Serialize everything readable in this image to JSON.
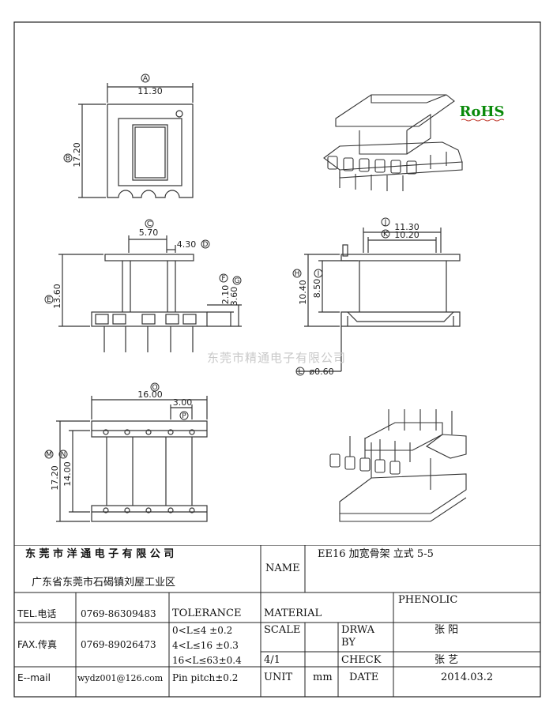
{
  "drawing": {
    "badge": "RoHS",
    "watermark": "东莞市精通电子有限公司",
    "dimensions": {
      "top_view": {
        "width": "11.30",
        "height": "17.20",
        "labels": [
          "A",
          "B"
        ]
      },
      "front_view": {
        "c": "5.70",
        "d": "4.30",
        "e": "13.60",
        "f": "2.10",
        "g": "3.60",
        "labels": [
          "C",
          "D",
          "E",
          "F",
          "G"
        ]
      },
      "side_view": {
        "j": "11.30",
        "k": "10.20",
        "h": "10.40",
        "i": "8.50",
        "l": "ø0.60",
        "labels": [
          "J",
          "K",
          "H",
          "I",
          "L"
        ]
      },
      "bottom_view": {
        "o": "16.00",
        "p": "3.00",
        "m": "17.20",
        "n": "14.00",
        "labels": [
          "O",
          "P",
          "M",
          "N"
        ]
      }
    }
  },
  "title_block": {
    "company": "东 莞 市 洋 通 电 子 有 限 公 司",
    "address": "广东省东莞市石碣镇刘屋工业区",
    "name_label": "NAME",
    "name_value": "EE16 加宽骨架  立式 5-5",
    "tel_label": "TEL.电话",
    "tel_value": "0769-86309483",
    "fax_label": "FAX.传真",
    "fax_value": "0769-89026473",
    "email_label": "E--mail",
    "email_value": "wydz001@126.com",
    "tolerance_label": "TOLERANCE",
    "tolerance_rows": [
      "0<L≤4   ±0.2",
      "4<L≤16  ±0.3",
      "16<L≤63±0.4",
      "Pin pitch±0.2"
    ],
    "material_label": "MATERIAL",
    "material_value": "PHENOLIC",
    "scale_label": "SCALE",
    "scale_value": "4/1",
    "drawn_by_label": "DRWA BY",
    "drawn_by_value": "张 阳",
    "check_label": "CHECK",
    "check_value": "张 艺",
    "unit_label": "UNIT",
    "unit_value": "mm",
    "date_label": "DATE",
    "date_value": "2014.03.2"
  }
}
